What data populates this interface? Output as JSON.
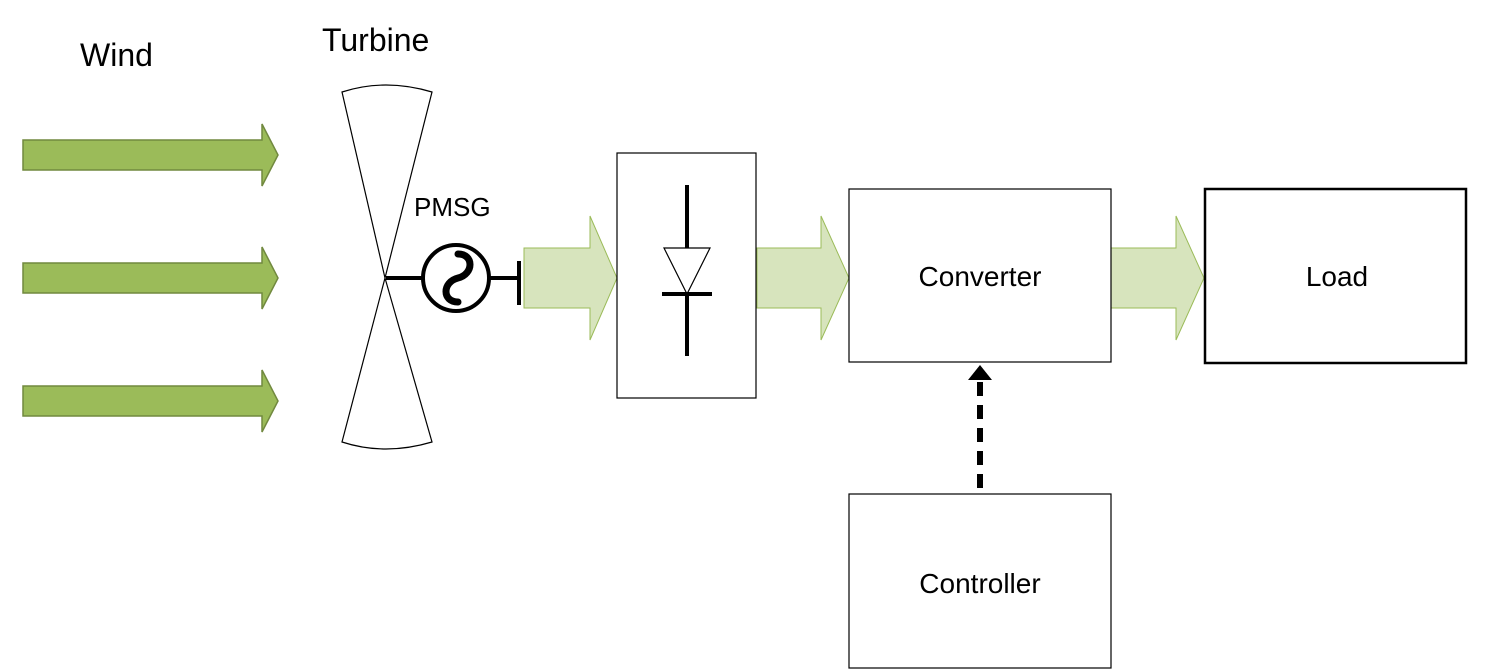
{
  "labels": {
    "wind": "Wind",
    "turbine": "Turbine",
    "generator": "PMSG",
    "converter": "Converter",
    "load": "Load",
    "controller": "Controller"
  },
  "colors": {
    "wind_arrow_fill": "#9bbb59",
    "wind_arrow_stroke": "#71893f",
    "power_arrow_fill": "#d7e4bd",
    "power_arrow_stroke": "#9bbb59",
    "line": "#000000",
    "background": "#ffffff"
  }
}
